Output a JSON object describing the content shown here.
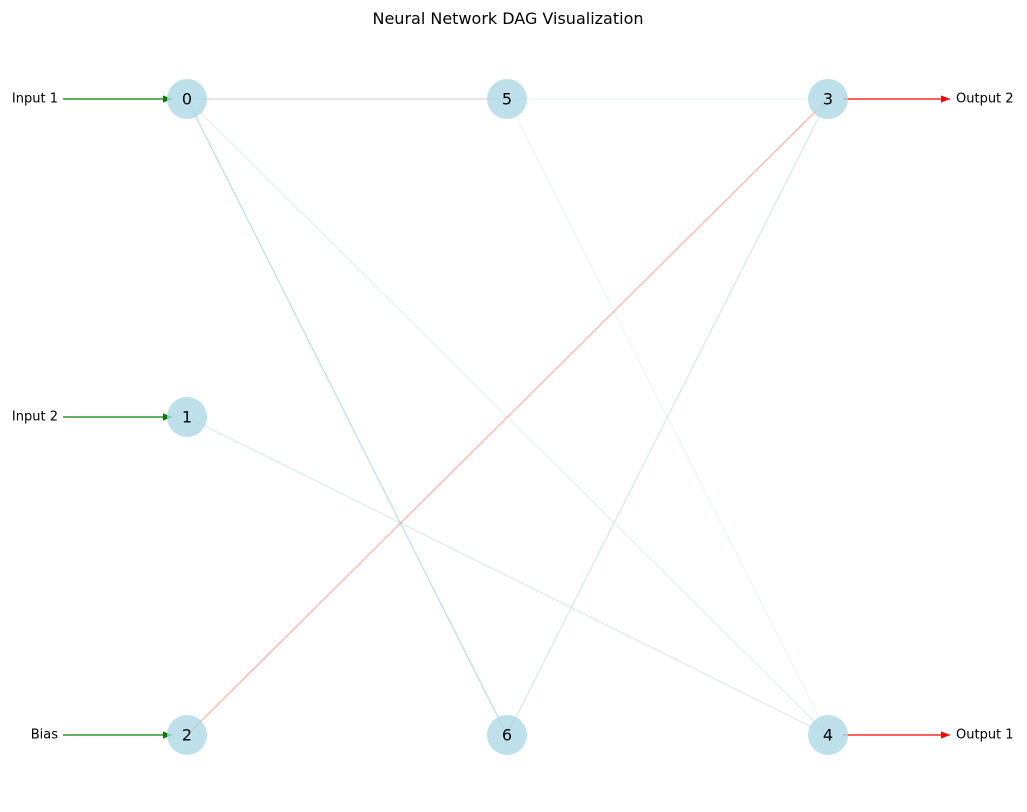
{
  "title": "Neural Network DAG Visualization",
  "colors": {
    "node_fill": "#add8e6",
    "input_arrow": "#008000",
    "output_arrow": "#ff0000",
    "positive_edge": "#add8e6",
    "negative_edge": "#fa8072"
  },
  "nodes": [
    {
      "id": "0",
      "label": "0"
    },
    {
      "id": "1",
      "label": "1"
    },
    {
      "id": "2",
      "label": "2"
    },
    {
      "id": "3",
      "label": "3"
    },
    {
      "id": "4",
      "label": "4"
    },
    {
      "id": "5",
      "label": "5"
    },
    {
      "id": "6",
      "label": "6"
    }
  ],
  "edges": [
    {
      "from": "0",
      "to": "5",
      "color": "#c8c8c8",
      "opacity": 0.7
    },
    {
      "from": "0",
      "to": "6",
      "color": "#add8e6",
      "opacity": 0.8
    },
    {
      "from": "0",
      "to": "4",
      "color": "#b8d8d0",
      "opacity": 0.35
    },
    {
      "from": "1",
      "to": "4",
      "color": "#b8d8d0",
      "opacity": 0.45
    },
    {
      "from": "2",
      "to": "3",
      "color": "#fa8072",
      "opacity": 0.6
    },
    {
      "from": "5",
      "to": "3",
      "color": "#c8e0e0",
      "opacity": 0.4
    },
    {
      "from": "5",
      "to": "4",
      "color": "#c8e0e0",
      "opacity": 0.3
    },
    {
      "from": "6",
      "to": "3",
      "color": "#b0d8d8",
      "opacity": 0.5
    }
  ],
  "inputs": [
    {
      "label": "Input 1",
      "target": "0"
    },
    {
      "label": "Input 2",
      "target": "1"
    },
    {
      "label": "Bias",
      "target": "2"
    }
  ],
  "outputs": [
    {
      "label": "Output 2",
      "source": "3"
    },
    {
      "label": "Output 1",
      "source": "4"
    }
  ]
}
